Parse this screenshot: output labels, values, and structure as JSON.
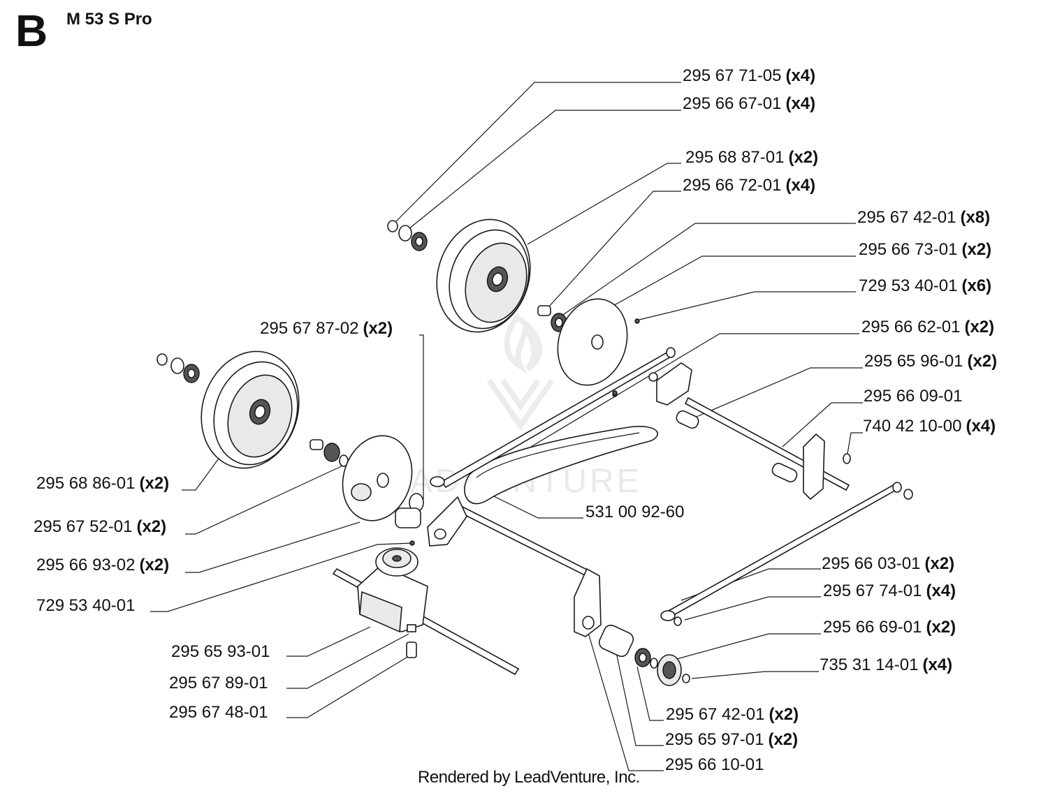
{
  "section_letter": "B",
  "model": "M 53 S Pro",
  "footer": "Rendered by LeadVenture, Inc.",
  "watermark": "LEADVENTURE",
  "parts": [
    {
      "id": "p1",
      "number": "295 67 71-05",
      "qty": "(x4)"
    },
    {
      "id": "p2",
      "number": "295 66 67-01",
      "qty": "(x4)"
    },
    {
      "id": "p3",
      "number": "295 68 87-01",
      "qty": "(x2)"
    },
    {
      "id": "p4",
      "number": "295 66 72-01",
      "qty": "(x4)"
    },
    {
      "id": "p5",
      "number": "295 67 42-01",
      "qty": "(x8)"
    },
    {
      "id": "p6",
      "number": "295 66 73-01",
      "qty": "(x2)"
    },
    {
      "id": "p7",
      "number": "729 53 40-01",
      "qty": "(x6)"
    },
    {
      "id": "p8",
      "number": "295 67 87-02",
      "qty": "(x2)"
    },
    {
      "id": "p9",
      "number": "295 66 62-01",
      "qty": "(x2)"
    },
    {
      "id": "p10",
      "number": "295 65 96-01",
      "qty": "(x2)"
    },
    {
      "id": "p11",
      "number": "295 66 09-01",
      "qty": ""
    },
    {
      "id": "p12",
      "number": "740 42 10-00",
      "qty": "(x4)"
    },
    {
      "id": "p13",
      "number": "295 68 86-01",
      "qty": "(x2)"
    },
    {
      "id": "p14",
      "number": "531 00 92-60",
      "qty": ""
    },
    {
      "id": "p15",
      "number": "295 67 52-01",
      "qty": "(x2)"
    },
    {
      "id": "p16",
      "number": "295 66 93-02",
      "qty": "(x2)"
    },
    {
      "id": "p17",
      "number": "729 53 40-01",
      "qty": ""
    },
    {
      "id": "p18",
      "number": "295 66 03-01",
      "qty": "(x2)"
    },
    {
      "id": "p19",
      "number": "295 67 74-01",
      "qty": "(x4)"
    },
    {
      "id": "p20",
      "number": "295 66 69-01",
      "qty": "(x2)"
    },
    {
      "id": "p21",
      "number": "295 65 93-01",
      "qty": ""
    },
    {
      "id": "p22",
      "number": "735 31 14-01",
      "qty": "(x4)"
    },
    {
      "id": "p23",
      "number": "295 67 89-01",
      "qty": ""
    },
    {
      "id": "p24",
      "number": "295 67 48-01",
      "qty": ""
    },
    {
      "id": "p25",
      "number": "295 67 42-01",
      "qty": "(x2)"
    },
    {
      "id": "p26",
      "number": "295 65 97-01",
      "qty": "(x2)"
    },
    {
      "id": "p27",
      "number": "295 66 10-01",
      "qty": ""
    }
  ]
}
